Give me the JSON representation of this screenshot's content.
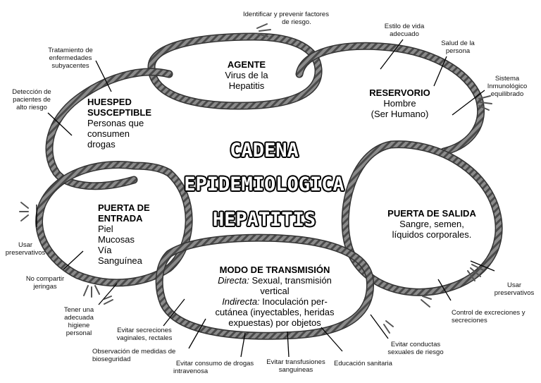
{
  "title": {
    "line1": "CADENA",
    "line2": "EPIDEMIOLOGICA",
    "line3": "HEPATITIS"
  },
  "agente": {
    "heading": "AGENTE",
    "line1": "Virus de la",
    "line2": "Hepatitis"
  },
  "reservorio": {
    "heading": "RESERVORIO",
    "line1": "Hombre",
    "line2": "(Ser Humano)"
  },
  "huesped": {
    "heading1": "HUESPED",
    "heading2": "SUSCEPTIBLE",
    "line1": "Personas que",
    "line2": "consumen",
    "line3": "drogas"
  },
  "puerta_entrada": {
    "heading1": "PUERTA DE",
    "heading2": "ENTRADA",
    "line1": "Piel",
    "line2": "Mucosas",
    "line3": "Vía",
    "line4": "Sanguínea"
  },
  "puerta_salida": {
    "heading": "PUERTA DE SALIDA",
    "line1": "Sangre, semen,",
    "line2": "líquidos corporales."
  },
  "modo": {
    "heading": "MODO DE TRANSMISIÓN",
    "directa_label": "Directa:",
    "directa_text": " Sexual, transmisión",
    "directa_line2": "vertical",
    "indirecta_label": "Indirecta:",
    "indirecta_text": " Inoculación per-",
    "indirecta_line2": "cutánea (inyectables, heridas",
    "indirecta_line3": "expuestas) por objetos"
  },
  "annotations": {
    "identificar_1": "Identificar y prevenir factores",
    "identificar_2": "de riesgo.",
    "estilo_1": "Estilo de vida",
    "estilo_2": "adecuado",
    "salud_1": "Salud de la",
    "salud_2": "persona",
    "sistema_1": "Sistema",
    "sistema_2": "Inmunológico",
    "sistema_3": "equilibrado",
    "tratamiento_1": "Tratamiento de",
    "tratamiento_2": "enfermedades",
    "tratamiento_3": "subyacentes",
    "deteccion_1": "Detección de",
    "deteccion_2": "pacientes de",
    "deteccion_3": "alto riesgo",
    "usar_left_1": "Usar",
    "usar_left_2": "preservativos",
    "no_compartir_1": "No compartir",
    "no_compartir_2": "jeringas",
    "tener_1": "Tener una",
    "tener_2": "adecuada",
    "tener_3": "higiene",
    "tener_4": "personal",
    "evitar_secreciones_1": "Evitar secreciones",
    "evitar_secreciones_2": "vaginales, rectales",
    "observacion_1": "Observación de medidas de",
    "observacion_2": "bioseguridad",
    "evitar_drogas_1": "Evitar consumo de drogas",
    "evitar_drogas_2": "intravenosa",
    "evitar_transfusiones_1": "Evitar transfusiones",
    "evitar_transfusiones_2": "sanguineas",
    "educacion": "Educación sanitaria",
    "evitar_conductas_1": "Evitar conductas",
    "evitar_conductas_2": "sexuales de riesgo",
    "control_1": "Control de excreciones y",
    "control_2": "secreciones",
    "usar_right_1": "Usar",
    "usar_right_2": "preservativos"
  }
}
